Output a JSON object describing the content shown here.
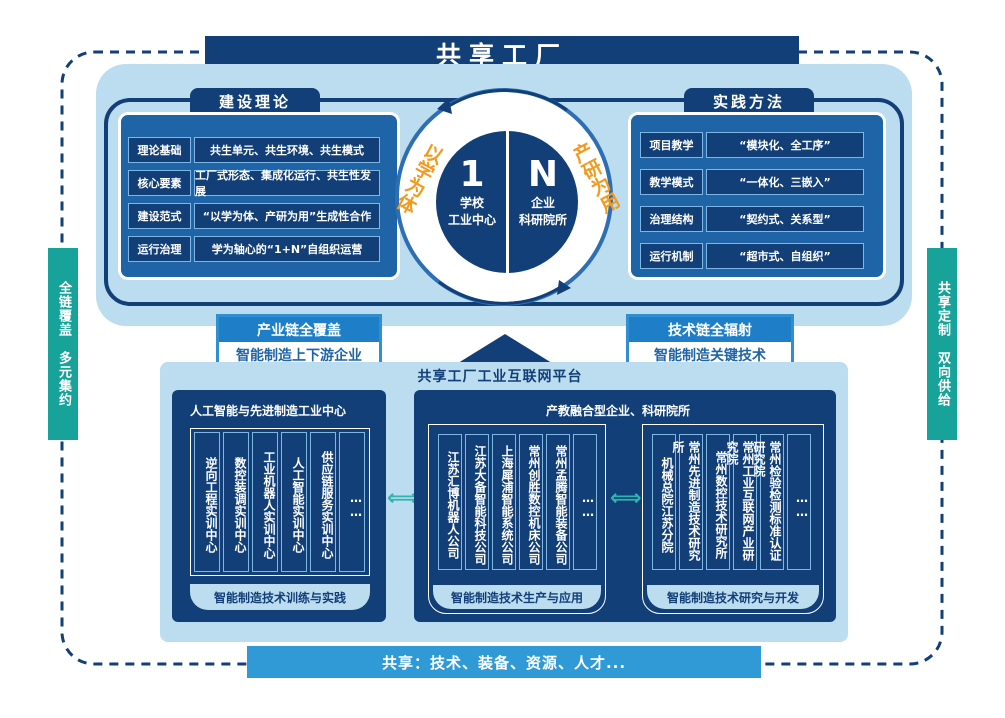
{
  "title": "共享工厂",
  "theory": {
    "heading": "建设理论",
    "rows": [
      {
        "label": "理论基础",
        "value": "共生单元、共生环境、共生模式"
      },
      {
        "label": "核心要素",
        "value": "工厂式形态、集成化运行、共生性发展"
      },
      {
        "label": "建设范式",
        "value": "“以学为体、产研为用”生成性合作"
      },
      {
        "label": "运行治理",
        "value": "学为轴心的“1+N”自组织运营"
      }
    ]
  },
  "practice": {
    "heading": "实践方法",
    "rows": [
      {
        "label": "项目教学",
        "value": "“模块化、全工序”"
      },
      {
        "label": "教学模式",
        "value": "“一体化、三嵌入”"
      },
      {
        "label": "治理结构",
        "value": "“契约式、关系型”"
      },
      {
        "label": "运行机制",
        "value": "“超市式、自组织”"
      }
    ]
  },
  "core": {
    "left_num": "1",
    "left_line1": "学校",
    "left_line2": "工业中心",
    "right_num": "N",
    "right_line1": "企业",
    "right_line2": "科研院所",
    "left_arc": "以学为体",
    "right_arc": "产研为用"
  },
  "industry_chain": {
    "top": "产业链全覆盖",
    "bottom": "智能制造上下游企业"
  },
  "tech_chain": {
    "top": "技术链全辐射",
    "bottom": "智能制造关键技术"
  },
  "platform_title": "共享工厂工业互联网平台",
  "center_panel": {
    "heading": "人工智能与先进制造工业中心",
    "columns": [
      "逆向工程实训中心",
      "数控装调实训中心",
      "工业机器人实训中心",
      "人工智能实训中心",
      "供应链服务实训中心",
      "……"
    ],
    "caption": "智能制造技术训练与实践"
  },
  "partners_heading": "产教融合型企业、科研院所",
  "enterprise_panel": {
    "columns": [
      "江苏汇博机器人公司",
      "江苏大备智能科技公司",
      "上海犀浦智能系统公司",
      "常州创胜数控机床公司",
      "常州孟腾智能装备公司",
      "……"
    ],
    "caption": "智能制造技术生产与应用"
  },
  "research_panel": {
    "columns": [
      "机械总院江苏分院",
      "常州先进制造技术研究所",
      "常州数控技术研究所",
      "常州工业互联网产业研究院",
      "常州检验检测标准认证研究院",
      "……"
    ],
    "caption": "智能制造技术研究与开发"
  },
  "left_tag": {
    "line1": "全链覆盖",
    "line2": "多元集约"
  },
  "right_tag": {
    "line1": "共享定制",
    "line2": "双向供给"
  },
  "share_bar": "共享：技术、装备、资源、人才..."
}
